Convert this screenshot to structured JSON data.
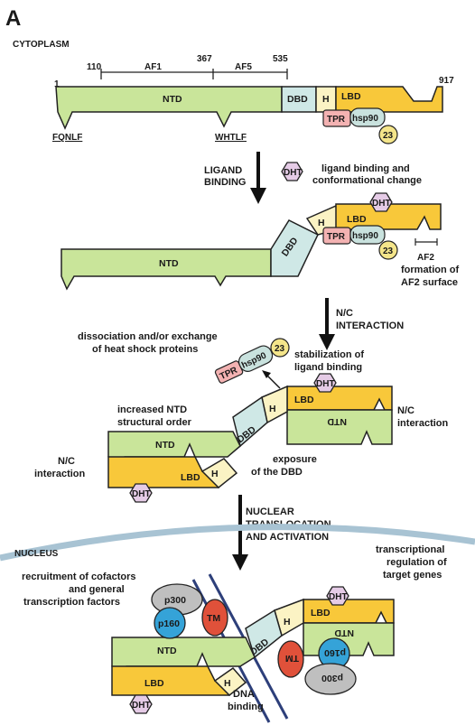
{
  "panel_letter": "A",
  "regions": {
    "cytoplasm": "CYTOPLASM",
    "nucleus": "NUCLEUS"
  },
  "colors": {
    "ntd": "#c9e59a",
    "dbd": "#cfe8e6",
    "hinge": "#fbf3c4",
    "lbd": "#f8c83a",
    "tpr": "#f3b2b2",
    "hsp90": "#c9e2de",
    "p23": "#f4e58a",
    "dht": "#e5cbe6",
    "p300": "#bfbfbf",
    "p160": "#35a3d8",
    "tm": "#e0513a",
    "membrane": "#a8c3d3",
    "dna": "#2d3f7a"
  },
  "receptor": {
    "start_residue": "1",
    "end_residue": "917",
    "af1_start": "110",
    "af1_label": "AF1",
    "af1_end": "367",
    "af5_label": "AF5",
    "af5_end": "535",
    "motif1": "FQNLF",
    "motif2": "WHTLF"
  },
  "domains": {
    "ntd": "NTD",
    "ntd_flipped": "NTD",
    "dbd": "DBD",
    "hinge": "H",
    "lbd": "LBD"
  },
  "chaperones": {
    "tpr": "TPR",
    "hsp90": "hsp90",
    "p23": "23"
  },
  "ligand": "DHT",
  "cofactors": {
    "p300": "p300",
    "p160": "p160",
    "tm": "TM"
  },
  "steps": {
    "ligand_binding": [
      "LIGAND",
      "BINDING"
    ],
    "nc_interaction": [
      "N/C",
      "INTERACTION"
    ],
    "nuclear": [
      "NUCLEAR",
      "TRANSLOCATION",
      "AND ACTIVATION"
    ]
  },
  "annotations": {
    "ligand_binding_conf": [
      "ligand binding and",
      "conformational change"
    ],
    "af2_label": "AF2",
    "af2_formation": [
      "formation of",
      "AF2 surface"
    ],
    "dissociation": [
      "dissociation and/or exchange",
      "of heat shock proteins"
    ],
    "stabilization": [
      "stabilization of",
      "ligand binding"
    ],
    "increased_ntd": [
      "increased NTD",
      "structural order"
    ],
    "nc_right": [
      "N/C",
      "interaction"
    ],
    "nc_left": [
      "N/C",
      "interaction"
    ],
    "exposure_dbd": [
      "exposure",
      "of the DBD"
    ],
    "recruitment": [
      "recruitment of cofactors",
      "and general",
      "transcription factors"
    ],
    "transcriptional": [
      "transcriptional",
      "regulation of",
      "target genes"
    ],
    "dna_binding": [
      "DNA",
      "binding"
    ]
  }
}
